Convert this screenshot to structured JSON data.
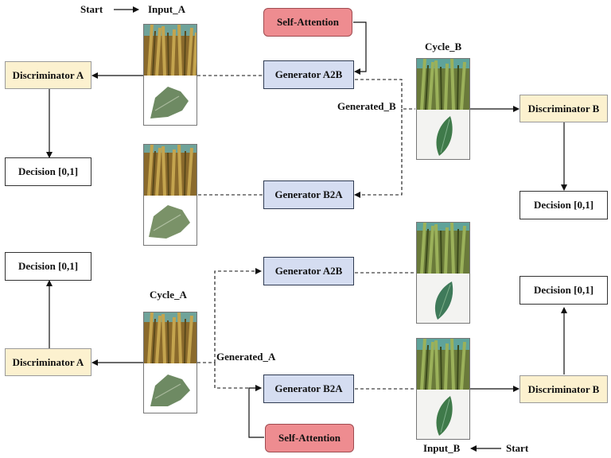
{
  "labels": {
    "start": "Start",
    "input_a": "Input_A",
    "cycle_b": "Cycle_B",
    "generated_b": "Generated_B",
    "cycle_a": "Cycle_A",
    "generated_a": "Generated_A",
    "input_b": "Input_B"
  },
  "top": {
    "self_attention": "Self-Attention",
    "generator_a2b": "Generator A2B",
    "generator_b2a": "Generator B2A",
    "discriminator_a": "Discriminator A",
    "discriminator_b": "Discriminator B",
    "decision_a": "Decision [0,1]",
    "decision_b": "Decision [0,1]"
  },
  "bottom": {
    "self_attention": "Self-Attention",
    "generator_a2b": "Generator A2B",
    "generator_b2a": "Generator B2A",
    "discriminator_a": "Discriminator A",
    "discriminator_b": "Discriminator B",
    "decision_a": "Decision [0,1]",
    "decision_b": "Decision [0,1]"
  },
  "colors": {
    "discriminator_fill": "#fcf1cf",
    "generator_fill": "#d5ddf1",
    "attention_fill": "#ee8c90",
    "leaf_dry": "#a7803a",
    "leaf_green": "#3f7a4a"
  }
}
